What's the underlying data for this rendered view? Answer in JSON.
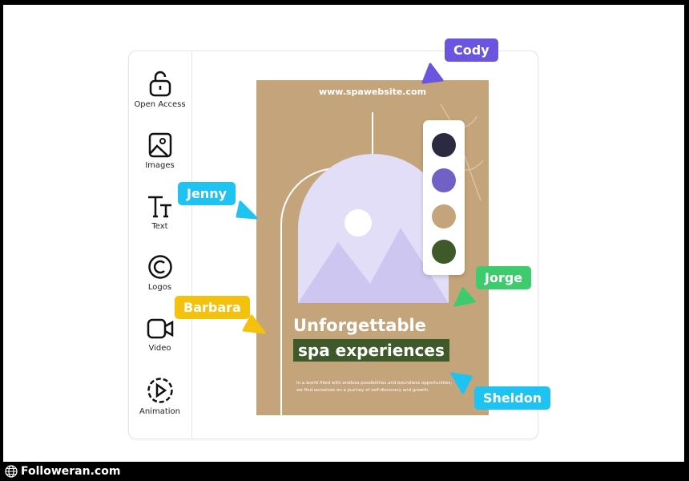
{
  "sidebar": {
    "items": [
      {
        "label": "Open Access",
        "icon": "unlock-icon"
      },
      {
        "label": "Images",
        "icon": "image-icon"
      },
      {
        "label": "Text",
        "icon": "text-icon"
      },
      {
        "label": "Logos",
        "icon": "copyright-icon"
      },
      {
        "label": "Video",
        "icon": "video-icon"
      },
      {
        "label": "Animation",
        "icon": "play-circle-icon"
      }
    ]
  },
  "poster": {
    "url": "www.spawebsite.com",
    "title_line1": "Unforgettable",
    "title_line2": "spa experiences",
    "body": "In a world filled with endless possibilities and boundless opportunities, we find ourselves on a journey of self-discovery and growth."
  },
  "palette": [
    "#2b2a40",
    "#7161c6",
    "#c4a47a",
    "#3f5a2a"
  ],
  "collaborators": [
    {
      "name": "Cody",
      "color": "#6a55e0"
    },
    {
      "name": "Jenny",
      "color": "#1ec3f2"
    },
    {
      "name": "Jorge",
      "color": "#3ecb6e"
    },
    {
      "name": "Barbara",
      "color": "#f4c20d"
    },
    {
      "name": "Sheldon",
      "color": "#1ec3f2"
    }
  ],
  "footer": {
    "brand": "Followeran.com"
  }
}
